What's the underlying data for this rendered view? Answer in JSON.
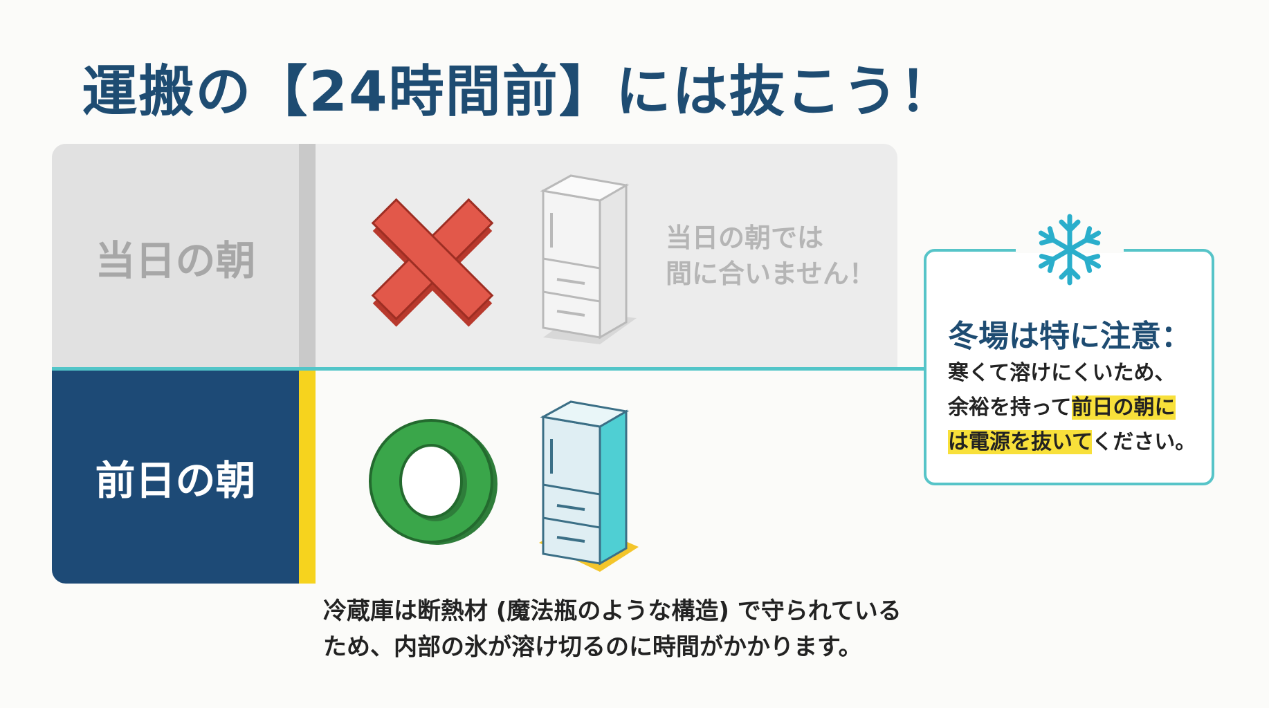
{
  "title": "運搬の【24時間前】には抜こう！",
  "rows": {
    "bad": {
      "label": "当日の朝",
      "note_line1": "当日の朝では",
      "note_line2": "間に合いません！",
      "mark": "x-mark-icon",
      "fridge": "fridge-icon"
    },
    "good": {
      "label": "前日の朝",
      "mark": "circle-mark-icon",
      "fridge": "fridge-icon"
    }
  },
  "explanation": {
    "line1": "冷蔵庫は断熱材 (魔法瓶のような構造) で守られている",
    "line2": "ため、内部の氷が溶け切るのに時間がかかります。"
  },
  "callout": {
    "icon": "snowflake-icon",
    "title": "冬場は特に注意：",
    "line1": "寒くて溶けにくいため、",
    "line2a": "余裕を持って",
    "line2b": "前日の朝に",
    "line3a": "は電源を抜いて",
    "line3b": "ください。"
  },
  "colors": {
    "title": "#1e4c72",
    "navy": "#1d4a76",
    "yellow": "#f6d31e",
    "teal": "#52c5c8",
    "red_x": "#e2584a",
    "green_o": "#3aa64a",
    "fridge_teal": "#4fcfd3"
  }
}
